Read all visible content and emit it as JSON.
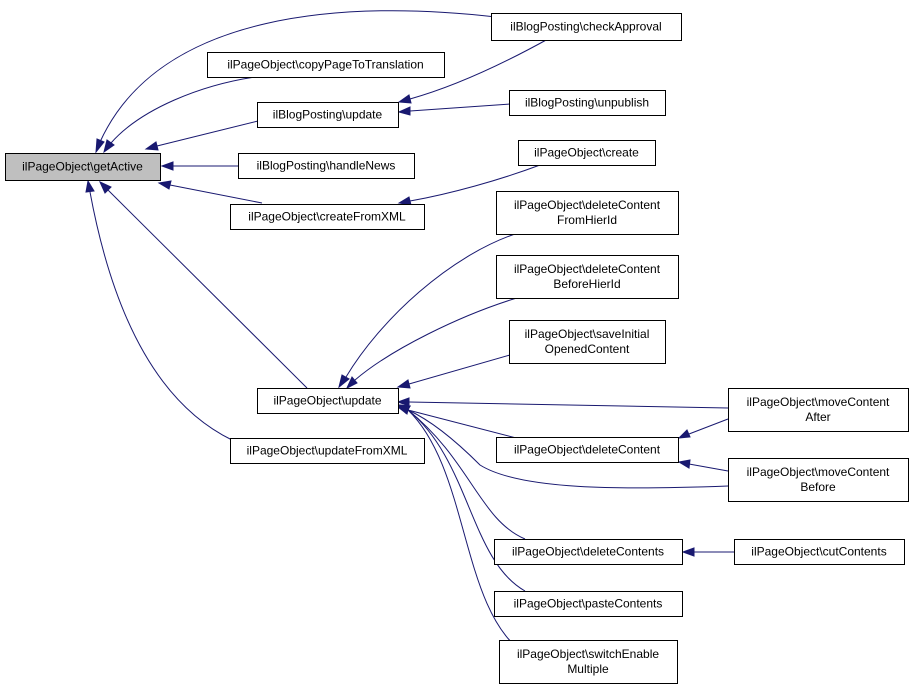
{
  "diagram": {
    "nodes": [
      {
        "id": "getActive",
        "lines": [
          "ilPageObject\\getActive"
        ],
        "root": true
      },
      {
        "id": "checkApproval",
        "lines": [
          "ilBlogPosting\\checkApproval"
        ]
      },
      {
        "id": "copyPageToTranslation",
        "lines": [
          "ilPageObject\\copyPageToTranslation"
        ]
      },
      {
        "id": "blogUpdate",
        "lines": [
          "ilBlogPosting\\update"
        ]
      },
      {
        "id": "unpublish",
        "lines": [
          "ilBlogPosting\\unpublish"
        ]
      },
      {
        "id": "handleNews",
        "lines": [
          "ilBlogPosting\\handleNews"
        ]
      },
      {
        "id": "create",
        "lines": [
          "ilPageObject\\create"
        ]
      },
      {
        "id": "createFromXML",
        "lines": [
          "ilPageObject\\createFromXML"
        ]
      },
      {
        "id": "deleteContentFromHierId",
        "lines": [
          "ilPageObject\\deleteContent",
          "FromHierId"
        ]
      },
      {
        "id": "deleteContentBeforeHierId",
        "lines": [
          "ilPageObject\\deleteContent",
          "BeforeHierId"
        ]
      },
      {
        "id": "saveInitialOpenedContent",
        "lines": [
          "ilPageObject\\saveInitial",
          "OpenedContent"
        ]
      },
      {
        "id": "pageUpdate",
        "lines": [
          "ilPageObject\\update"
        ]
      },
      {
        "id": "moveContentAfter",
        "lines": [
          "ilPageObject\\moveContent",
          "After"
        ]
      },
      {
        "id": "deleteContent",
        "lines": [
          "ilPageObject\\deleteContent"
        ]
      },
      {
        "id": "updateFromXML",
        "lines": [
          "ilPageObject\\updateFromXML"
        ]
      },
      {
        "id": "moveContentBefore",
        "lines": [
          "ilPageObject\\moveContent",
          "Before"
        ]
      },
      {
        "id": "deleteContents",
        "lines": [
          "ilPageObject\\deleteContents"
        ]
      },
      {
        "id": "cutContents",
        "lines": [
          "ilPageObject\\cutContents"
        ]
      },
      {
        "id": "pasteContents",
        "lines": [
          "ilPageObject\\pasteContents"
        ]
      },
      {
        "id": "switchEnableMultiple",
        "lines": [
          "ilPageObject\\switchEnable",
          "Multiple"
        ]
      }
    ],
    "edges": [
      {
        "from": "checkApproval",
        "to": "getActive"
      },
      {
        "from": "copyPageToTranslation",
        "to": "getActive"
      },
      {
        "from": "blogUpdate",
        "to": "getActive"
      },
      {
        "from": "handleNews",
        "to": "getActive"
      },
      {
        "from": "createFromXML",
        "to": "getActive"
      },
      {
        "from": "pageUpdate",
        "to": "getActive"
      },
      {
        "from": "updateFromXML",
        "to": "getActive"
      },
      {
        "from": "checkApproval",
        "to": "blogUpdate"
      },
      {
        "from": "unpublish",
        "to": "blogUpdate"
      },
      {
        "from": "create",
        "to": "createFromXML"
      },
      {
        "from": "deleteContentFromHierId",
        "to": "pageUpdate"
      },
      {
        "from": "deleteContentBeforeHierId",
        "to": "pageUpdate"
      },
      {
        "from": "saveInitialOpenedContent",
        "to": "pageUpdate"
      },
      {
        "from": "moveContentAfter",
        "to": "pageUpdate"
      },
      {
        "from": "deleteContent",
        "to": "pageUpdate"
      },
      {
        "from": "moveContentBefore",
        "to": "pageUpdate"
      },
      {
        "from": "deleteContents",
        "to": "pageUpdate"
      },
      {
        "from": "pasteContents",
        "to": "pageUpdate"
      },
      {
        "from": "switchEnableMultiple",
        "to": "pageUpdate"
      },
      {
        "from": "moveContentAfter",
        "to": "deleteContent"
      },
      {
        "from": "moveContentBefore",
        "to": "deleteContent"
      },
      {
        "from": "cutContents",
        "to": "deleteContents"
      }
    ],
    "colors": {
      "edge": "#191970",
      "root_fill": "#bfbfbf",
      "node_fill": "#ffffff",
      "node_stroke": "#000000"
    }
  }
}
